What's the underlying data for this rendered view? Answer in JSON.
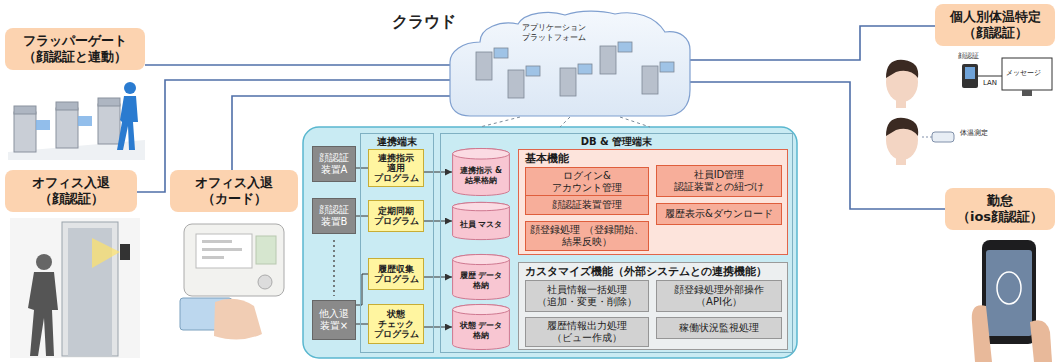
{
  "diagram": {
    "nodes": [
      {
        "text": [
          "フラッパーゲート （顔認証と連動）"
        ]
      },
      {
        "text": [
          "オフィス入退 （顔認証）"
        ]
      },
      {
        "text": [
          "オフィス入退 （カード）"
        ]
      },
      {
        "text": [
          "クラウド",
          "アプリケーション プラットフォーム"
        ]
      },
      {
        "text": [
          "個人別体温特定 （顔認証）"
        ]
      },
      {
        "text": [
          "勤怠 （ios顔認証）"
        ]
      },
      {
        "text": [
          "顔認証 装置A"
        ]
      },
      {
        "text": [
          "顔認証 装置B"
        ]
      },
      {
        "text": [
          "他入退 装置×"
        ]
      },
      {
        "text": [
          "連携端末"
        ]
      },
      {
        "text": [
          "連携指示 適用 プログラム"
        ],
        "in": 9
      },
      {
        "text": [
          "定期同期 プログラム"
        ],
        "in": 9
      },
      {
        "text": [
          "履歴収集 プログラム"
        ],
        "in": 9
      },
      {
        "text": [
          "状態 チェック プログラム"
        ],
        "in": 9
      },
      {
        "text": [
          "DB & 管理端末"
        ]
      },
      {
        "text": [
          "連携指示 & 結果格納"
        ],
        "in": 14
      },
      {
        "text": [
          "社員 マスタ"
        ],
        "in": 14
      },
      {
        "text": [
          "履歴 データ 格納"
        ],
        "in": 14
      },
      {
        "text": [
          "状態 データ 格納"
        ],
        "in": 14
      },
      {
        "text": [
          "基本機能"
        ],
        "in": 14
      },
      {
        "text": [
          "ログイン&アカウント管理"
        ],
        "in": 19
      },
      {
        "text": [
          "社員ID管理 認証装置との紐づけ"
        ],
        "in": 19
      },
      {
        "text": [
          "顔認証装置管理"
        ],
        "in": 19
      },
      {
        "text": [
          "履歴表示&ダウンロード"
        ],
        "in": 19
      },
      {
        "text": [
          "顔登録処理 （登録開始、結果反映）"
        ],
        "in": 19
      },
      {
        "text": [
          "カスタマイズ機能（外部システムとの連携機能）"
        ],
        "in": 14
      },
      {
        "text": [
          "社員情報一括処理 （追加・変更・削除）"
        ],
        "in": 25
      },
      {
        "text": [
          "顔登録処理外部操作 （API化）"
        ],
        "in": 25
      },
      {
        "text": [
          "履歴情報出力処理 （ビュー作成）"
        ],
        "in": 25
      },
      {
        "text": [
          "稼働状況監視処理"
        ],
        "in": 25
      }
    ],
    "edges": [
      {
        "from": 0,
        "to": 3,
        "arrow": "none"
      },
      {
        "from": 1,
        "to": 3,
        "arrow": "none"
      },
      {
        "from": 2,
        "to": 3,
        "arrow": "none"
      },
      {
        "from": 4,
        "to": 3,
        "arrow": "none"
      },
      {
        "from": 3,
        "to": 5,
        "arrow": "none"
      },
      {
        "from": 6,
        "to": 10,
        "arrow": "none"
      },
      {
        "from": 7,
        "to": 11,
        "arrow": "none"
      },
      {
        "from": 8,
        "to": 12,
        "arrow": "none"
      },
      {
        "from": 8,
        "to": 13,
        "arrow": "none"
      },
      {
        "from": 10,
        "to": 15,
        "arrow": "to"
      },
      {
        "from": 11,
        "to": 16,
        "arrow": "to"
      },
      {
        "from": 12,
        "to": 17,
        "arrow": "to"
      },
      {
        "from": 13,
        "to": 18,
        "arrow": "to"
      }
    ],
    "labels": [
      "顔認証",
      "LAN",
      "メッセージ",
      "体温測定"
    ]
  }
}
